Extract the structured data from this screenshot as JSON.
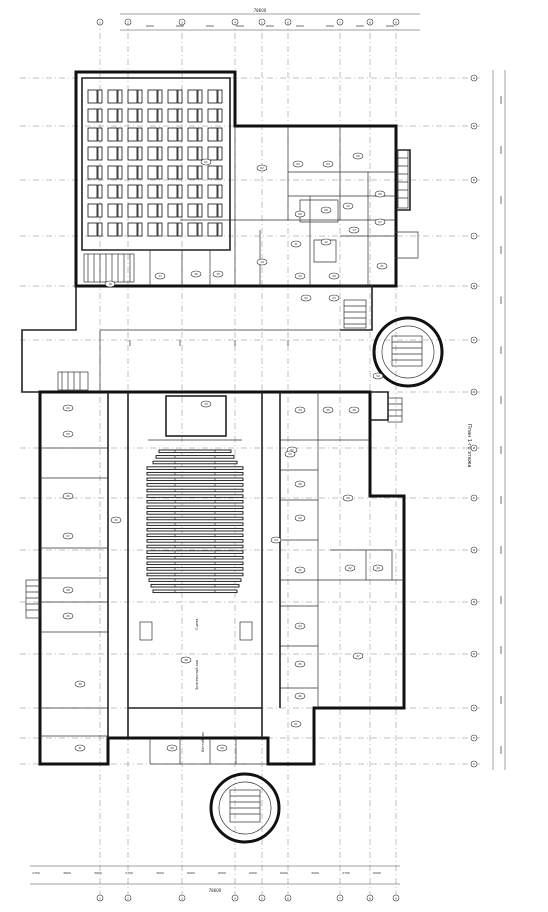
{
  "drawing_title": "План 1-го этажа",
  "label_stage": "Сцена",
  "label_hall": "Зрительный зал",
  "label_foyer": "Вестибюль",
  "top_total": "78600",
  "bottom_total": "78600",
  "top_dims": [
    "6000",
    "6000",
    "6000",
    "6000",
    "6000",
    "6000",
    "6000",
    "6000",
    "6000"
  ],
  "bottom_dims": [
    "2700",
    "3600",
    "3600",
    "2700",
    "3000",
    "6000",
    "6000",
    "6000",
    "6000",
    "3000",
    "2700",
    "6000"
  ],
  "right_dims": [
    "6000",
    "6000",
    "6000",
    "6000",
    "3600",
    "3600",
    "6000",
    "6000",
    "6000",
    "6000",
    "6000",
    "6000",
    "6000",
    "6000"
  ],
  "grid_cols": [
    "1",
    "2",
    "3",
    "4",
    "5",
    "6",
    "7",
    "8",
    "9"
  ],
  "grid_rows": [
    "А",
    "Б",
    "В",
    "Г",
    "Д",
    "Е",
    "Ж",
    "И",
    "К",
    "Л",
    "М",
    "Н",
    "П",
    "Р",
    "С"
  ],
  "room_numbers": {
    "r01": "01",
    "r02": "02",
    "r03": "03",
    "r04": "04",
    "r05": "05",
    "r06": "06",
    "r07": "07",
    "r08": "08",
    "r09": "09",
    "r10": "10",
    "r11": "11",
    "r12": "12",
    "r13": "13",
    "r14": "14",
    "r15": "15",
    "r16": "16",
    "r17": "17",
    "r18": "18",
    "r19": "19",
    "r20": "20",
    "r21": "21",
    "r22": "22",
    "r23": "23",
    "r24": "24",
    "r25": "25",
    "r26": "26",
    "r27": "27",
    "r28": "28",
    "r29": "29",
    "r30": "30",
    "r31": "31",
    "r32": "32",
    "r33": "33",
    "r34": "34",
    "r35": "35",
    "r36": "36",
    "r37": "37",
    "r38": "38",
    "r39": "39",
    "r40": "40",
    "r41": "41",
    "r42": "42",
    "r43": "43",
    "r44": "44",
    "r45": "45",
    "r46": "46",
    "r47": "47",
    "r48": "48",
    "r49": "49",
    "r50": "50",
    "r51": "51",
    "r52": "52",
    "r53": "53",
    "r54": "54"
  },
  "colors": {
    "line": "#111111",
    "grid": "#777777",
    "paper": "#ffffff"
  }
}
